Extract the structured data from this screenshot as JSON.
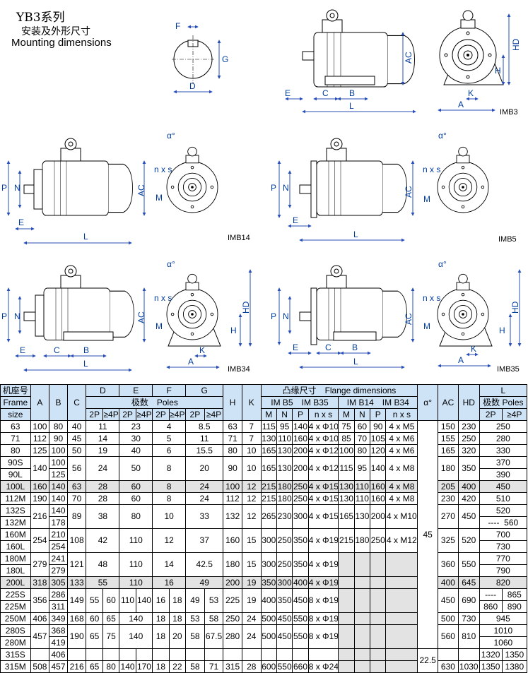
{
  "header": {
    "title_cn": "YB3系列",
    "subtitle_cn": "安装及外形尺寸",
    "subtitle_en": "Mounting dimensions"
  },
  "drawings": {
    "shaft": {
      "F": "F",
      "G": "G",
      "D": "D"
    },
    "imb3": {
      "tag": "IMB3",
      "labels": [
        "AC",
        "HD",
        "H",
        "K",
        "A",
        "E",
        "C",
        "B",
        "L"
      ]
    },
    "imb14": {
      "tag": "IMB14",
      "labels": [
        "P",
        "N",
        "AC",
        "E",
        "L",
        "α°",
        "n x s",
        "M"
      ]
    },
    "imb5": {
      "tag": "IMB5",
      "labels": [
        "P",
        "N",
        "AC",
        "E",
        "L",
        "α°",
        "n x s",
        "M"
      ]
    },
    "imb34": {
      "tag": "IMB34",
      "labels": [
        "P",
        "N",
        "AC",
        "HD",
        "H",
        "K",
        "A",
        "E",
        "C",
        "B",
        "L",
        "α°",
        "n x s",
        "M"
      ]
    },
    "imb35": {
      "tag": "IMB35",
      "labels": [
        "P",
        "N",
        "AC",
        "HD",
        "H",
        "K",
        "A",
        "E",
        "C",
        "B",
        "L",
        "α°",
        "n x s",
        "M"
      ]
    }
  },
  "table": {
    "h_frame": [
      "机座号",
      "Frame",
      "size"
    ],
    "h_A": "A",
    "h_B": "B",
    "h_C": "C",
    "h_D": "D",
    "h_E": "E",
    "h_F": "F",
    "h_G": "G",
    "h_poles_cn": "极数　Poles",
    "h_2p": "2P",
    "h_4p": "≥4P",
    "h_H": "H",
    "h_K": "K",
    "h_flange": "凸缘尺寸　Flange dimensions",
    "h_b5": "IM B5　IM B35",
    "h_b14": "IM B14　IM B34",
    "h_M": "M",
    "h_N": "N",
    "h_P": "P",
    "h_nxs": "n x s",
    "h_alpha": "α°",
    "h_AC": "AC",
    "h_HD": "HD",
    "h_L": "L",
    "h_Lpoles": "极数 Poles",
    "alpha_45": "45",
    "alpha_225": "22.5",
    "rows": [
      {
        "f": "63",
        "A": "100",
        "B": "80",
        "C": "40",
        "D": "11",
        "E": "23",
        "F": "4",
        "G": "8.5",
        "H": "63",
        "K": "7",
        "M": "115",
        "N": "95",
        "P": "140",
        "ns": "4 x Φ10",
        "M2": "75",
        "N2": "60",
        "P2": "90",
        "ns2": "4 x M5",
        "AC": "150",
        "HD": "230",
        "L": "250"
      },
      {
        "f": "71",
        "A": "112",
        "B": "90",
        "C": "45",
        "D": "14",
        "E": "30",
        "F": "5",
        "G": "11",
        "H": "71",
        "K": "7",
        "M": "130",
        "N": "110",
        "P": "160",
        "ns": "4 x Φ10",
        "M2": "85",
        "N2": "70",
        "P2": "105",
        "ns2": "4 x M6",
        "AC": "155",
        "HD": "250",
        "L": "280"
      },
      {
        "f": "80",
        "A": "125",
        "B": "100",
        "C": "50",
        "D": "19",
        "E": "40",
        "F": "6",
        "G": "15.5",
        "H": "80",
        "K": "10",
        "M": "165",
        "N": "130",
        "P": "200",
        "ns": "4 x Φ12",
        "M2": "100",
        "N2": "80",
        "P2": "120",
        "ns2": "4 x M6",
        "AC": "165",
        "HD": "320",
        "L": "330"
      },
      {
        "f": "90S",
        "f2": "90L",
        "A": "140",
        "B": "100",
        "B2": "125",
        "C": "56",
        "D": "24",
        "E": "50",
        "F": "8",
        "G": "20",
        "H": "90",
        "K": "10",
        "M": "165",
        "N": "130",
        "P": "200",
        "ns": "4 x Φ12",
        "M2": "115",
        "N2": "95",
        "P2": "140",
        "ns2": "4 x M8",
        "AC": "180",
        "HD": "350",
        "L": "370",
        "L2": "390"
      },
      {
        "f": "100L",
        "A": "160",
        "B": "140",
        "C": "63",
        "D": "28",
        "E": "60",
        "F": "8",
        "G": "24",
        "H": "100",
        "K": "12",
        "M": "215",
        "N": "180",
        "P": "250",
        "ns": "4 x Φ15",
        "M2": "130",
        "N2": "110",
        "P2": "160",
        "ns2": "4 x M8",
        "AC": "205",
        "HD": "400",
        "L": "450"
      },
      {
        "f": "112M",
        "A": "190",
        "B": "140",
        "C": "70",
        "D": "28",
        "E": "60",
        "F": "8",
        "G": "24",
        "H": "112",
        "K": "12",
        "M": "215",
        "N": "180",
        "P": "250",
        "ns": "4 x Φ15",
        "M2": "130",
        "N2": "110",
        "P2": "160",
        "ns2": "4 x M8",
        "AC": "230",
        "HD": "420",
        "L": "510"
      },
      {
        "f": "132S",
        "f2": "132M",
        "A": "216",
        "B": "140",
        "B2": "178",
        "C": "89",
        "D": "38",
        "E": "80",
        "F": "10",
        "G": "33",
        "H": "132",
        "K": "12",
        "M": "265",
        "N": "230",
        "P": "300",
        "ns": "4 x Φ15",
        "M2": "165",
        "N2": "130",
        "P2": "200",
        "ns2": "4 x M10",
        "AC": "270",
        "HD": "450",
        "L": "520",
        "L2a": "----",
        "L2": "560"
      },
      {
        "f": "160M",
        "f2": "160L",
        "A": "254",
        "B": "210",
        "B2": "254",
        "C": "108",
        "D": "42",
        "E": "110",
        "F": "12",
        "G": "37",
        "H": "160",
        "K": "15",
        "M": "300",
        "N": "250",
        "P": "350",
        "ns": "4 x Φ19",
        "M2": "215",
        "N2": "180",
        "P2": "250",
        "ns2": "4 x M12",
        "AC": "325",
        "HD": "520",
        "L": "700",
        "L2": "730"
      },
      {
        "f": "180M",
        "f2": "180L",
        "A": "279",
        "B": "241",
        "B2": "279",
        "C": "121",
        "D": "48",
        "E": "110",
        "F": "14",
        "G": "42.5",
        "H": "180",
        "K": "15",
        "M": "300",
        "N": "250",
        "P": "350",
        "ns": "4 x Φ19",
        "AC": "360",
        "HD": "550",
        "L": "770",
        "L2": "790"
      },
      {
        "f": "200L",
        "A": "318",
        "B": "305",
        "C": "133",
        "D": "55",
        "E": "110",
        "F": "16",
        "G": "49",
        "H": "200",
        "K": "19",
        "M": "350",
        "N": "300",
        "P": "400",
        "ns": "4 x Φ19",
        "AC": "400",
        "HD": "645",
        "L": "820"
      },
      {
        "f": "225S",
        "f2": "225M",
        "A": "356",
        "B": "286",
        "B2": "311",
        "C": "149",
        "D2p": "55",
        "D4p": "60",
        "E2p": "110",
        "E4p": "140",
        "F2p": "16",
        "F4p": "18",
        "G2p": "49",
        "G4p": "53",
        "H": "225",
        "K": "19",
        "M": "400",
        "N": "350",
        "P": "450",
        "ns": "8 x Φ19",
        "AC": "450",
        "HD": "690",
        "La": "----",
        "Lb": "865",
        "L2a": "860",
        "L2b": "890"
      },
      {
        "f": "250M",
        "A": "406",
        "B": "349",
        "C": "168",
        "D2p": "60",
        "D4p": "65",
        "E": "140",
        "F2p": "18",
        "F4p": "18",
        "G2p": "53",
        "G4p": "58",
        "H": "250",
        "K": "24",
        "M": "500",
        "N": "450",
        "P": "550",
        "ns": "8 x Φ19",
        "AC": "500",
        "HD": "730",
        "L": "945"
      },
      {
        "f": "280S",
        "f2": "280M",
        "A": "457",
        "B": "368",
        "B2": "419",
        "C": "190",
        "D2p": "65",
        "D4p": "75",
        "E": "140",
        "F2p": "18",
        "F4p": "20",
        "G2p": "58",
        "G4p": "67.5",
        "H": "280",
        "K": "24",
        "M": "500",
        "N": "450",
        "P": "550",
        "ns": "8 x Φ19",
        "AC": "560",
        "HD": "810",
        "L": "1010",
        "L2": "1060"
      },
      {
        "f": "315S",
        "B": "406",
        "La": "1320",
        "Lb": "1350"
      },
      {
        "f": "315M",
        "A": "508",
        "B": "457",
        "C": "216",
        "D2p": "65",
        "D4p": "80",
        "E2p": "140",
        "E4p": "170",
        "F2p": "18",
        "F4p": "22",
        "G2p": "58",
        "G4p": "71",
        "H": "315",
        "K": "28",
        "M": "600",
        "N": "550",
        "P": "660",
        "ns": "8 x Φ24",
        "AC": "630",
        "HD": "1030",
        "La": "1350",
        "Lb": "1380"
      }
    ]
  }
}
